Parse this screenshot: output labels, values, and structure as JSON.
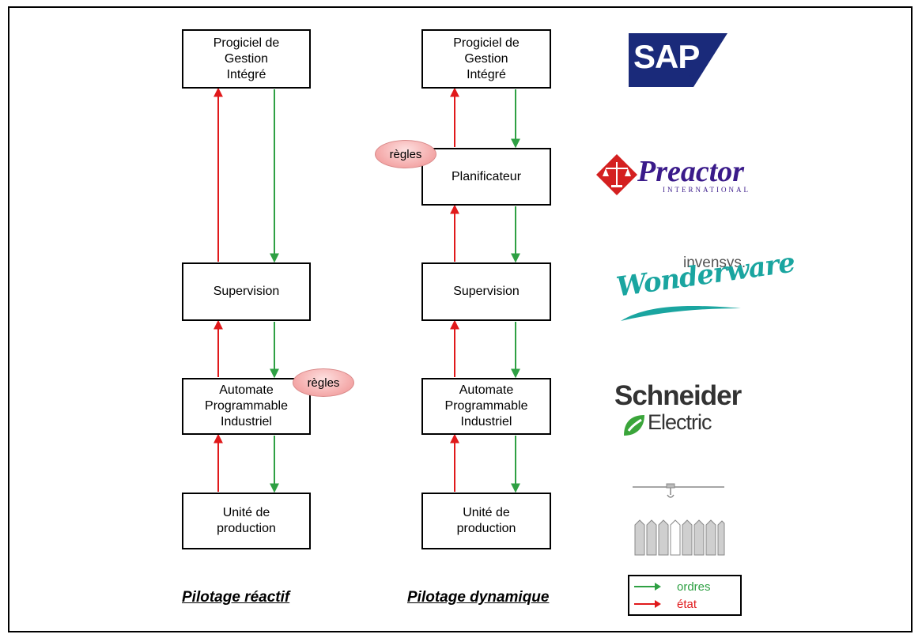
{
  "diagram": {
    "reactive": {
      "caption": "Pilotage réactif",
      "boxes": {
        "pgi": "Progiciel de\nGestion\nIntégré",
        "supervision": "Supervision",
        "api": "Automate\nProgrammable\nIndustriel",
        "unite": "Unité de\nproduction"
      },
      "rules_label": "règles"
    },
    "dynamic": {
      "caption": "Pilotage dynamique",
      "boxes": {
        "pgi": "Progiciel de\nGestion\nIntégré",
        "planif": "Planificateur",
        "supervision": "Supervision",
        "api": "Automate\nProgrammable\nIndustriel",
        "unite": "Unité de\nproduction"
      },
      "rules_label": "règles"
    }
  },
  "logos": {
    "sap": {
      "text": "SAP",
      "mark": "®",
      "color": "#1a2a7a"
    },
    "preactor": {
      "text": "Preactor",
      "subtext": "INTERNATIONAL",
      "color": "#3a1a8a",
      "icon": "scales-icon",
      "icon_color": "#d42020"
    },
    "wonderware": {
      "text": "Wonderware",
      "brand": "invensys.",
      "color": "#1aa5a0"
    },
    "schneider": {
      "line1": "Schneider",
      "line2": "Electric",
      "color": "#333333",
      "accent": "#3aa53a"
    },
    "production_icon": "warehouse-crane-icon"
  },
  "legend": {
    "orders": {
      "label": "ordres",
      "color": "#2ea043"
    },
    "state": {
      "label": "état",
      "color": "#e0191b"
    }
  }
}
